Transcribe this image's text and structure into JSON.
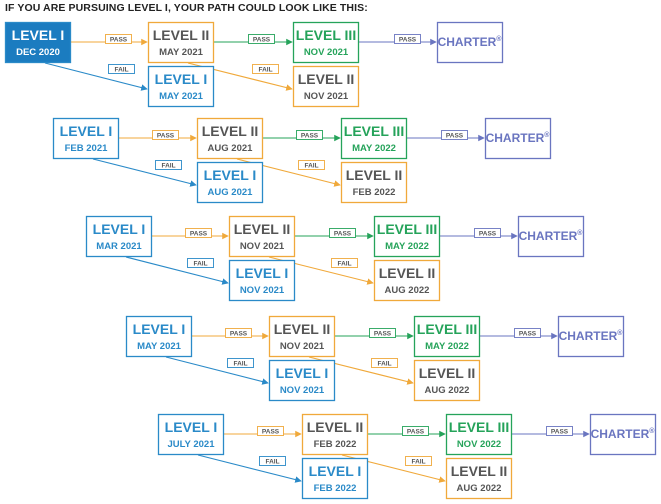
{
  "heading": "IF YOU ARE PURSUING LEVEL I, YOUR PATH COULD LOOK LIKE THIS:",
  "labels": {
    "pass": "PASS",
    "fail": "FAIL",
    "charter": "CHARTER",
    "charter_mark": "®"
  },
  "colors": {
    "level1": "#2a8ac8",
    "level1_fill": "#1b7cc0",
    "level2_border": "#f0a93b",
    "level2_text": "#555555",
    "level3": "#25a35a",
    "charter": "#6a75c0",
    "heading": "#222222"
  },
  "rows": [
    {
      "start": {
        "title": "LEVEL I",
        "date": "DEC 2020",
        "filled": true
      },
      "level2": {
        "title": "LEVEL II",
        "date": "MAY 2021"
      },
      "retake_level1": {
        "title": "LEVEL I",
        "date": "MAY 2021"
      },
      "level3": {
        "title": "LEVEL III",
        "date": "NOV 2021"
      },
      "retake_level2": {
        "title": "LEVEL II",
        "date": "NOV 2021"
      }
    },
    {
      "start": {
        "title": "LEVEL I",
        "date": "FEB 2021",
        "filled": false
      },
      "level2": {
        "title": "LEVEL II",
        "date": "AUG 2021"
      },
      "retake_level1": {
        "title": "LEVEL I",
        "date": "AUG 2021"
      },
      "level3": {
        "title": "LEVEL III",
        "date": "MAY 2022"
      },
      "retake_level2": {
        "title": "LEVEL II",
        "date": "FEB 2022"
      }
    },
    {
      "start": {
        "title": "LEVEL I",
        "date": "MAR 2021",
        "filled": false
      },
      "level2": {
        "title": "LEVEL II",
        "date": "NOV 2021"
      },
      "retake_level1": {
        "title": "LEVEL I",
        "date": "NOV 2021"
      },
      "level3": {
        "title": "LEVEL III",
        "date": "MAY 2022"
      },
      "retake_level2": {
        "title": "LEVEL II",
        "date": "AUG 2022"
      }
    },
    {
      "start": {
        "title": "LEVEL I",
        "date": "MAY 2021",
        "filled": false
      },
      "level2": {
        "title": "LEVEL II",
        "date": "NOV 2021"
      },
      "retake_level1": {
        "title": "LEVEL I",
        "date": "NOV 2021"
      },
      "level3": {
        "title": "LEVEL III",
        "date": "MAY 2022"
      },
      "retake_level2": {
        "title": "LEVEL II",
        "date": "AUG 2022"
      }
    },
    {
      "start": {
        "title": "LEVEL I",
        "date": "JULY 2021",
        "filled": false
      },
      "level2": {
        "title": "LEVEL II",
        "date": "FEB 2022"
      },
      "retake_level1": {
        "title": "LEVEL I",
        "date": "FEB 2022"
      },
      "level3": {
        "title": "LEVEL III",
        "date": "NOV 2022"
      },
      "retake_level2": {
        "title": "LEVEL II",
        "date": "AUG 2022"
      }
    }
  ]
}
